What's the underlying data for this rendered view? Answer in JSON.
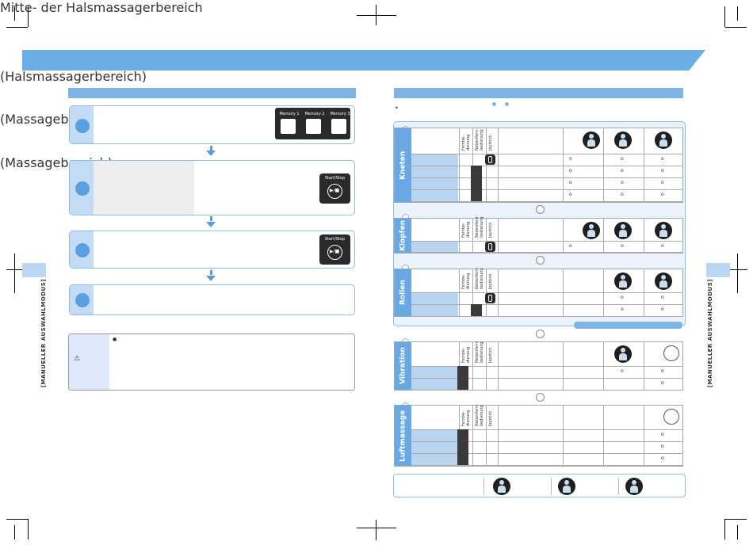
{
  "page": {
    "left_side_label": "[MANUELLER AUSWAHLMODUS]",
    "right_side_label": "[MANUELLER AUSWAHLMODUS]"
  },
  "left_panel": {
    "memory_buttons": [
      {
        "label": "Memory",
        "number": "1"
      },
      {
        "label": "Memory",
        "number": "2"
      },
      {
        "label": "Memory",
        "number": "3"
      }
    ],
    "start_stop_label": "Start/Stop",
    "start_stop_symbol": "▶/■",
    "note_bullet": "●",
    "warning_symbol": "⚠"
  },
  "right_panel": {
    "intro_bullet": "•",
    "column_headers": {
      "remote": "Fernbe-dienung",
      "side": "Nebenfern-bedienung",
      "joystick": "Joystick"
    },
    "blocks": [
      {
        "title": "Kneten",
        "subtitle": "Mitte- der Halsmassagerbereich",
        "rows": 4,
        "marks": [
          [
            "o",
            "o",
            "o"
          ],
          [
            "o",
            "o",
            "o"
          ],
          [
            "o",
            "o",
            "o"
          ],
          [
            "o",
            "o",
            "o"
          ]
        ]
      },
      {
        "title": "Klopfen",
        "subtitle": "",
        "rows": 1,
        "marks": [
          [
            "o",
            "o",
            "o"
          ]
        ]
      },
      {
        "title": "Rollen",
        "subtitle": "(Halsmassagerbereich)",
        "rows": 2,
        "marks": [
          [
            "",
            "o",
            "o"
          ],
          [
            "",
            "o",
            "o"
          ]
        ]
      },
      {
        "title": "Vibration",
        "subtitle": "(Massagebereich)",
        "rows": 2,
        "marks": [
          [
            "",
            "o",
            "o"
          ],
          [
            "",
            "",
            "o"
          ]
        ]
      },
      {
        "title": "Luftmassage",
        "subtitle": "(Massagebereich)",
        "rows": 3,
        "marks": [
          [
            "",
            "",
            "o"
          ],
          [
            "",
            "",
            "o"
          ],
          [
            "",
            "",
            "o"
          ]
        ]
      }
    ]
  }
}
